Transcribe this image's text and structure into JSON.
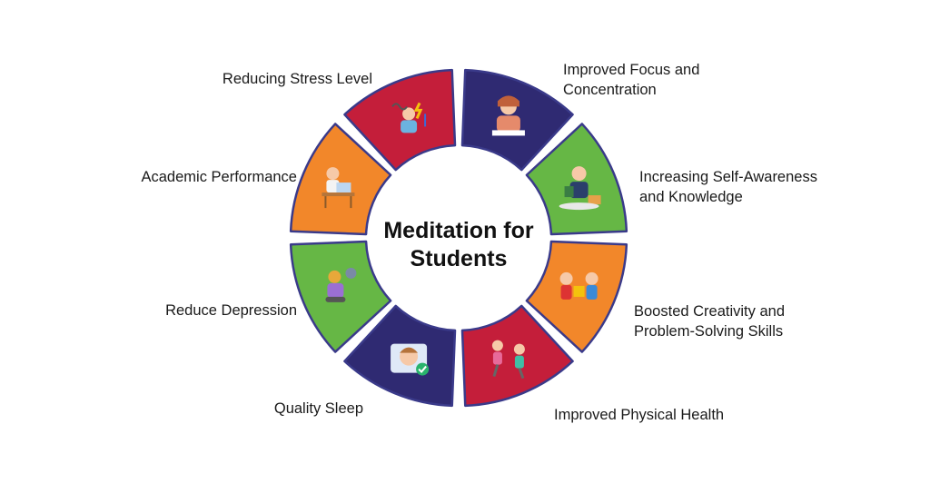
{
  "center": {
    "title_line1": "Meditation for",
    "title_line2": "Students"
  },
  "colors": {
    "red": "#c41e3a",
    "navy": "#2f2a72",
    "green": "#66b745",
    "orange": "#f2872a",
    "outline": "#3a3a8a"
  },
  "segments": [
    {
      "id": "focus",
      "label_lines": [
        "Improved Focus and",
        "Concentration"
      ],
      "color": "#2f2a72",
      "icon": "student-reading-icon"
    },
    {
      "id": "self-awareness",
      "label_lines": [
        "Increasing Self-Awareness",
        "and Knowledge"
      ],
      "color": "#66b745",
      "icon": "girl-reading-books-icon"
    },
    {
      "id": "creativity",
      "label_lines": [
        "Boosted Creativity and",
        "Problem-Solving Skills"
      ],
      "color": "#f2872a",
      "icon": "kids-puzzle-icon"
    },
    {
      "id": "physical-health",
      "label_lines": [
        "Improved Physical Health"
      ],
      "color": "#c41e3a",
      "icon": "kids-stretching-icon"
    },
    {
      "id": "quality-sleep",
      "label_lines": [
        "Quality Sleep"
      ],
      "color": "#2f2a72",
      "icon": "sleeping-boy-icon"
    },
    {
      "id": "reduce-depression",
      "label_lines": [
        "Reduce Depression"
      ],
      "color": "#66b745",
      "icon": "sad-person-icon"
    },
    {
      "id": "academic-performance",
      "label_lines": [
        "Academic Performance"
      ],
      "color": "#f2872a",
      "icon": "student-laptop-icon"
    },
    {
      "id": "reducing-stress",
      "label_lines": [
        "Reducing Stress Level"
      ],
      "color": "#c41e3a",
      "icon": "stress-person-icon"
    }
  ]
}
